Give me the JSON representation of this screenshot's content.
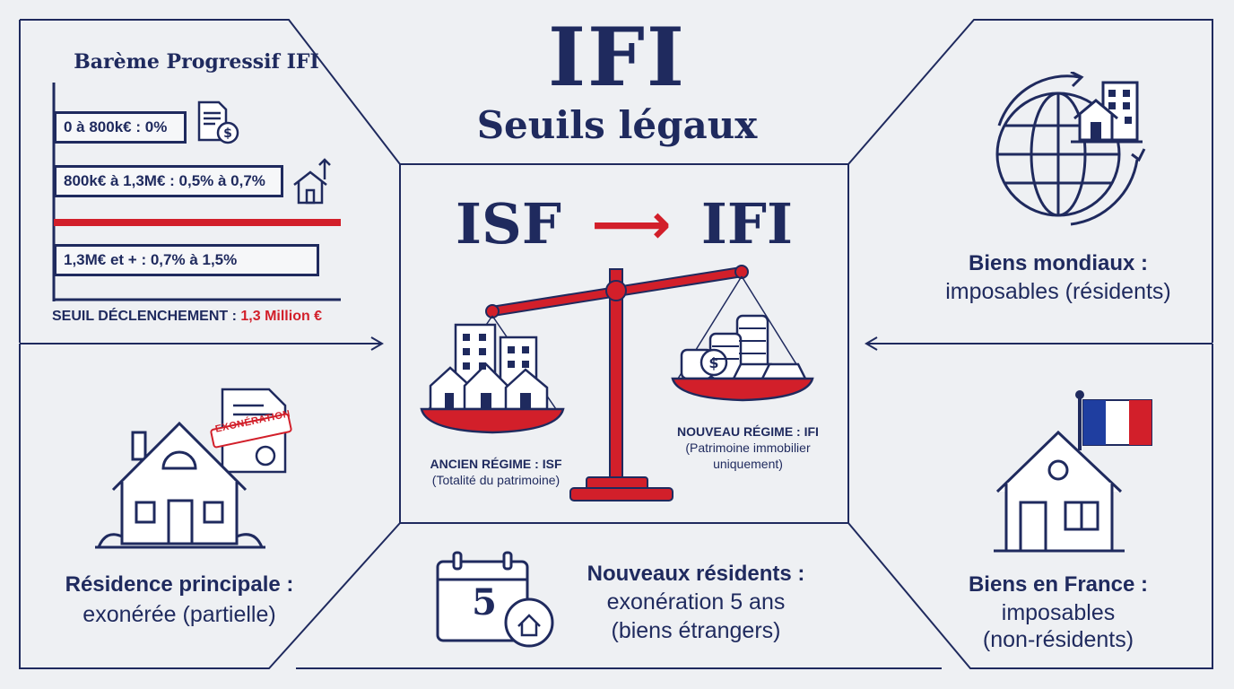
{
  "header": {
    "title": "IFI",
    "subtitle": "Seuils légaux"
  },
  "center": {
    "from": "ISF",
    "to": "IFI",
    "left_pan": {
      "label": "ANCIEN RÉGIME : ISF",
      "note": "(Totalité du patrimoine)"
    },
    "right_pan": {
      "label": "NOUVEAU RÉGIME : IFI",
      "note_line1": "(Patrimoine immobilier",
      "note_line2": "uniquement)"
    }
  },
  "bareme": {
    "title": "Barème Progressif IFI",
    "tiers": [
      {
        "label": "0 à 800k€ : 0%"
      },
      {
        "label": "800k€ à 1,3M€ : 0,5% à 0,7%"
      },
      {
        "label": "1,3M€ et + : 0,7% à 1,5%"
      }
    ],
    "threshold_label": "SEUIL DÉCLENCHEMENT : ",
    "threshold_value": "1,3 Million €"
  },
  "residence": {
    "stamp": "EXONÉRATION",
    "title": "Résidence principale :",
    "text": "exonérée (partielle)"
  },
  "nouveaux": {
    "calendar_number": "5",
    "title": "Nouveaux résidents :",
    "line1": "exonération 5 ans",
    "line2": "(biens étrangers)"
  },
  "mondiaux": {
    "title": "Biens mondiaux :",
    "text": "imposables (résidents)"
  },
  "france": {
    "title": "Biens en France :",
    "line1": "imposables",
    "line2": "(non-résidents)"
  },
  "colors": {
    "navy": "#1f2a5e",
    "red": "#d21f2a",
    "background": "#eef0f3",
    "white": "#ffffff"
  }
}
